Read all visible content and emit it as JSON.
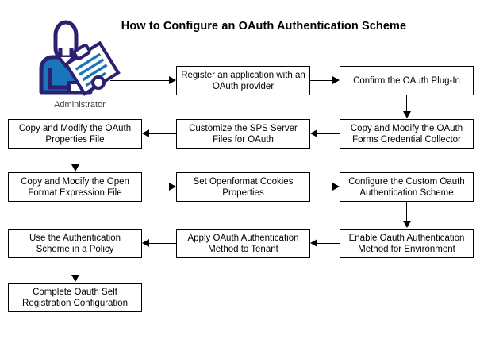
{
  "diagram": {
    "title": "How to Configure an OAuth Authentication Scheme",
    "actor": {
      "icon": "administrator-person-with-clipboard-icon",
      "label": "Administrator",
      "outline_color": "#2b2170",
      "fill_color": "#1a76bc",
      "label_color": "#404040"
    },
    "style": {
      "box_border_color": "#000000",
      "box_fill_color": "#ffffff",
      "connector_color": "#000000",
      "background_color": "#ffffff"
    },
    "nodes": [
      {
        "id": "n1",
        "label": "Register an application with an OAuth provider"
      },
      {
        "id": "n2",
        "label": "Confirm the OAuth Plug-In"
      },
      {
        "id": "n3",
        "label": "Copy and Modify the OAuth Forms Credential Collector"
      },
      {
        "id": "n4",
        "label": "Customize the SPS Server Files for OAuth"
      },
      {
        "id": "n5",
        "label": "Copy and Modify the OAuth Properties File"
      },
      {
        "id": "n6",
        "label": "Copy and Modify the Open Format Expression File"
      },
      {
        "id": "n7",
        "label": "Set Openformat Cookies Properties"
      },
      {
        "id": "n8",
        "label": "Configure the Custom Oauth Authentication Scheme"
      },
      {
        "id": "n9",
        "label": "Enable Oauth Authentication Method for Environment"
      },
      {
        "id": "n10",
        "label": "Apply OAuth Authentication Method to Tenant"
      },
      {
        "id": "n11",
        "label": "Use the Authentication Scheme in a Policy"
      },
      {
        "id": "n12",
        "label": "Complete Oauth Self Registration Configuration"
      }
    ],
    "edges": [
      {
        "from": "administrator",
        "to": "n1",
        "direction": "right"
      },
      {
        "from": "n1",
        "to": "n2",
        "direction": "right"
      },
      {
        "from": "n2",
        "to": "n3",
        "direction": "down"
      },
      {
        "from": "n3",
        "to": "n4",
        "direction": "left"
      },
      {
        "from": "n4",
        "to": "n5",
        "direction": "left"
      },
      {
        "from": "n5",
        "to": "n6",
        "direction": "down"
      },
      {
        "from": "n6",
        "to": "n7",
        "direction": "right"
      },
      {
        "from": "n7",
        "to": "n8",
        "direction": "right"
      },
      {
        "from": "n8",
        "to": "n9",
        "direction": "down"
      },
      {
        "from": "n9",
        "to": "n10",
        "direction": "left"
      },
      {
        "from": "n10",
        "to": "n11",
        "direction": "left"
      },
      {
        "from": "n11",
        "to": "n12",
        "direction": "down"
      }
    ]
  }
}
